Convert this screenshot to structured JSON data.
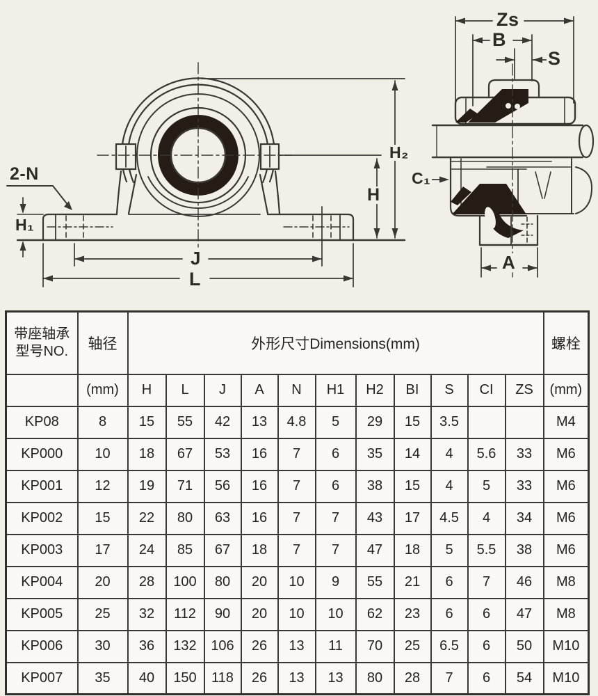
{
  "diagram": {
    "front_labels": {
      "two_n": "2-N",
      "h1": "H₁",
      "h": "H",
      "h2": "H₂",
      "j": "J",
      "l": "L"
    },
    "side_labels": {
      "zs": "Zs",
      "b": "B",
      "s": "S",
      "c1": "C₁",
      "a": "A"
    }
  },
  "table": {
    "header": {
      "model_line1": "带座轴承",
      "model_line2": "型号NO.",
      "shaft_dia": "轴径",
      "dimensions": "外形尺寸Dimensions(mm)",
      "bolt": "螺栓",
      "shaft_unit": "(mm)",
      "bolt_unit": "(mm)",
      "dim_cols": [
        "H",
        "L",
        "J",
        "A",
        "N",
        "H1",
        "H2",
        "BI",
        "S",
        "CI",
        "ZS"
      ]
    },
    "rows": [
      {
        "model": "KP08",
        "shaft": "8",
        "dims": [
          "15",
          "55",
          "42",
          "13",
          "4.8",
          "5",
          "29",
          "15",
          "3.5",
          "",
          ""
        ],
        "bolt": "M4"
      },
      {
        "model": "KP000",
        "shaft": "10",
        "dims": [
          "18",
          "67",
          "53",
          "16",
          "7",
          "6",
          "35",
          "14",
          "4",
          "5.6",
          "33"
        ],
        "bolt": "M6"
      },
      {
        "model": "KP001",
        "shaft": "12",
        "dims": [
          "19",
          "71",
          "56",
          "16",
          "7",
          "6",
          "38",
          "15",
          "4",
          "5",
          "33"
        ],
        "bolt": "M6"
      },
      {
        "model": "KP002",
        "shaft": "15",
        "dims": [
          "22",
          "80",
          "63",
          "16",
          "7",
          "7",
          "43",
          "17",
          "4.5",
          "4",
          "34"
        ],
        "bolt": "M6"
      },
      {
        "model": "KP003",
        "shaft": "17",
        "dims": [
          "24",
          "85",
          "67",
          "18",
          "7",
          "7",
          "47",
          "18",
          "5",
          "5.5",
          "38"
        ],
        "bolt": "M6"
      },
      {
        "model": "KP004",
        "shaft": "20",
        "dims": [
          "28",
          "100",
          "80",
          "20",
          "10",
          "9",
          "55",
          "21",
          "6",
          "7",
          "46"
        ],
        "bolt": "M8"
      },
      {
        "model": "KP005",
        "shaft": "25",
        "dims": [
          "32",
          "112",
          "90",
          "20",
          "10",
          "10",
          "62",
          "23",
          "6",
          "6",
          "47"
        ],
        "bolt": "M8"
      },
      {
        "model": "KP006",
        "shaft": "30",
        "dims": [
          "36",
          "132",
          "106",
          "26",
          "13",
          "11",
          "70",
          "25",
          "6.5",
          "6",
          "50"
        ],
        "bolt": "M10"
      },
      {
        "model": "KP007",
        "shaft": "35",
        "dims": [
          "40",
          "150",
          "118",
          "26",
          "13",
          "13",
          "80",
          "28",
          "7",
          "6",
          "54"
        ],
        "bolt": "M10"
      }
    ]
  },
  "colors": {
    "page_bg": "#f2efe8",
    "line": "#3a3733",
    "dark_fill": "#251d15",
    "table_bg": "#f9f8f4",
    "border": "#33312e",
    "text": "#232220"
  }
}
